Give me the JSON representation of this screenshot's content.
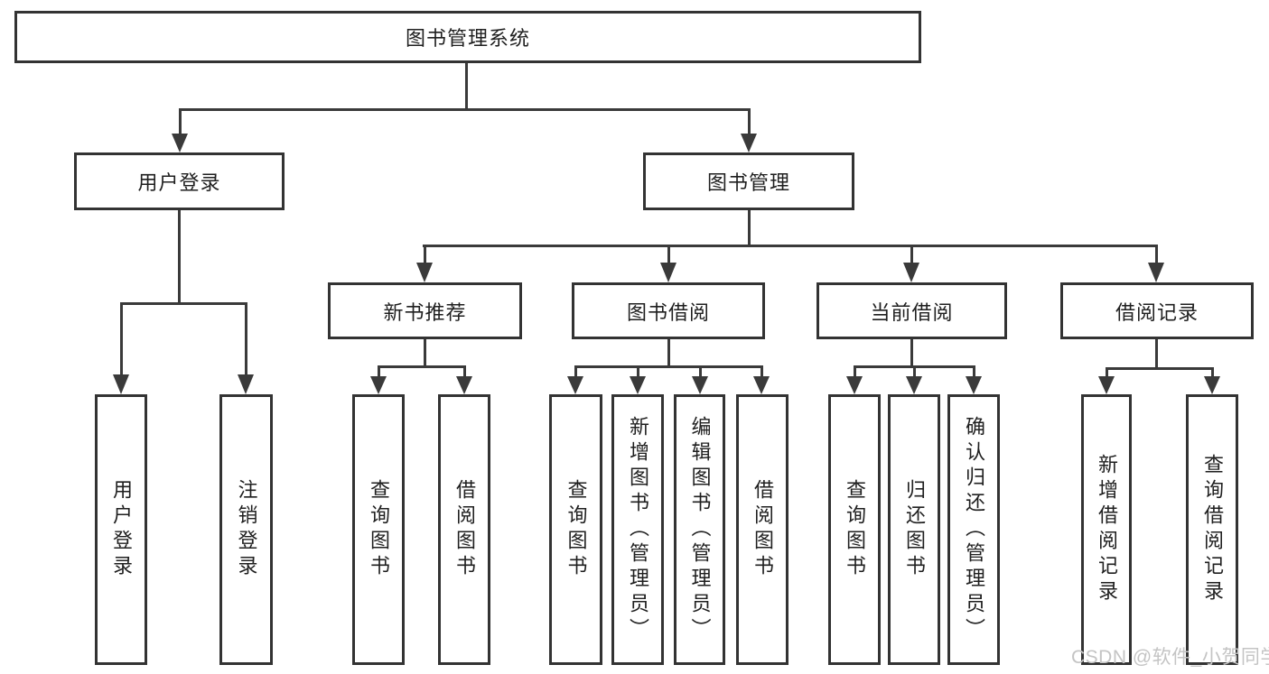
{
  "diagram": {
    "root": {
      "label": "图书管理系统"
    },
    "level2": [
      {
        "label": "用户登录"
      },
      {
        "label": "图书管理"
      }
    ],
    "level3": [
      {
        "label": "新书推荐",
        "parent": "图书管理"
      },
      {
        "label": "图书借阅",
        "parent": "图书管理"
      },
      {
        "label": "当前借阅",
        "parent": "图书管理"
      },
      {
        "label": "借阅记录",
        "parent": "图书管理"
      }
    ],
    "leaves": [
      {
        "label": "用户登录",
        "parent": "用户登录"
      },
      {
        "label": "注销登录",
        "parent": "用户登录"
      },
      {
        "label": "查询图书",
        "parent": "新书推荐"
      },
      {
        "label": "借阅图书",
        "parent": "新书推荐"
      },
      {
        "label": "查询图书",
        "parent": "图书借阅"
      },
      {
        "label": "新增图书（管理员）",
        "parent": "图书借阅"
      },
      {
        "label": "编辑图书（管理员）",
        "parent": "图书借阅"
      },
      {
        "label": "借阅图书",
        "parent": "图书借阅"
      },
      {
        "label": "查询图书",
        "parent": "当前借阅"
      },
      {
        "label": "归还图书",
        "parent": "当前借阅"
      },
      {
        "label": "确认归还（管理员）",
        "parent": "当前借阅"
      },
      {
        "label": "新增借阅记录",
        "parent": "借阅记录"
      },
      {
        "label": "查询借阅记录",
        "parent": "借阅记录"
      }
    ],
    "line_color": "#3a3a3a",
    "border_color": "#333333",
    "text_color": "#1f1f1f"
  },
  "watermark": {
    "text": "CSDN @软件_小贺同学",
    "color": "#c4c4c4"
  }
}
